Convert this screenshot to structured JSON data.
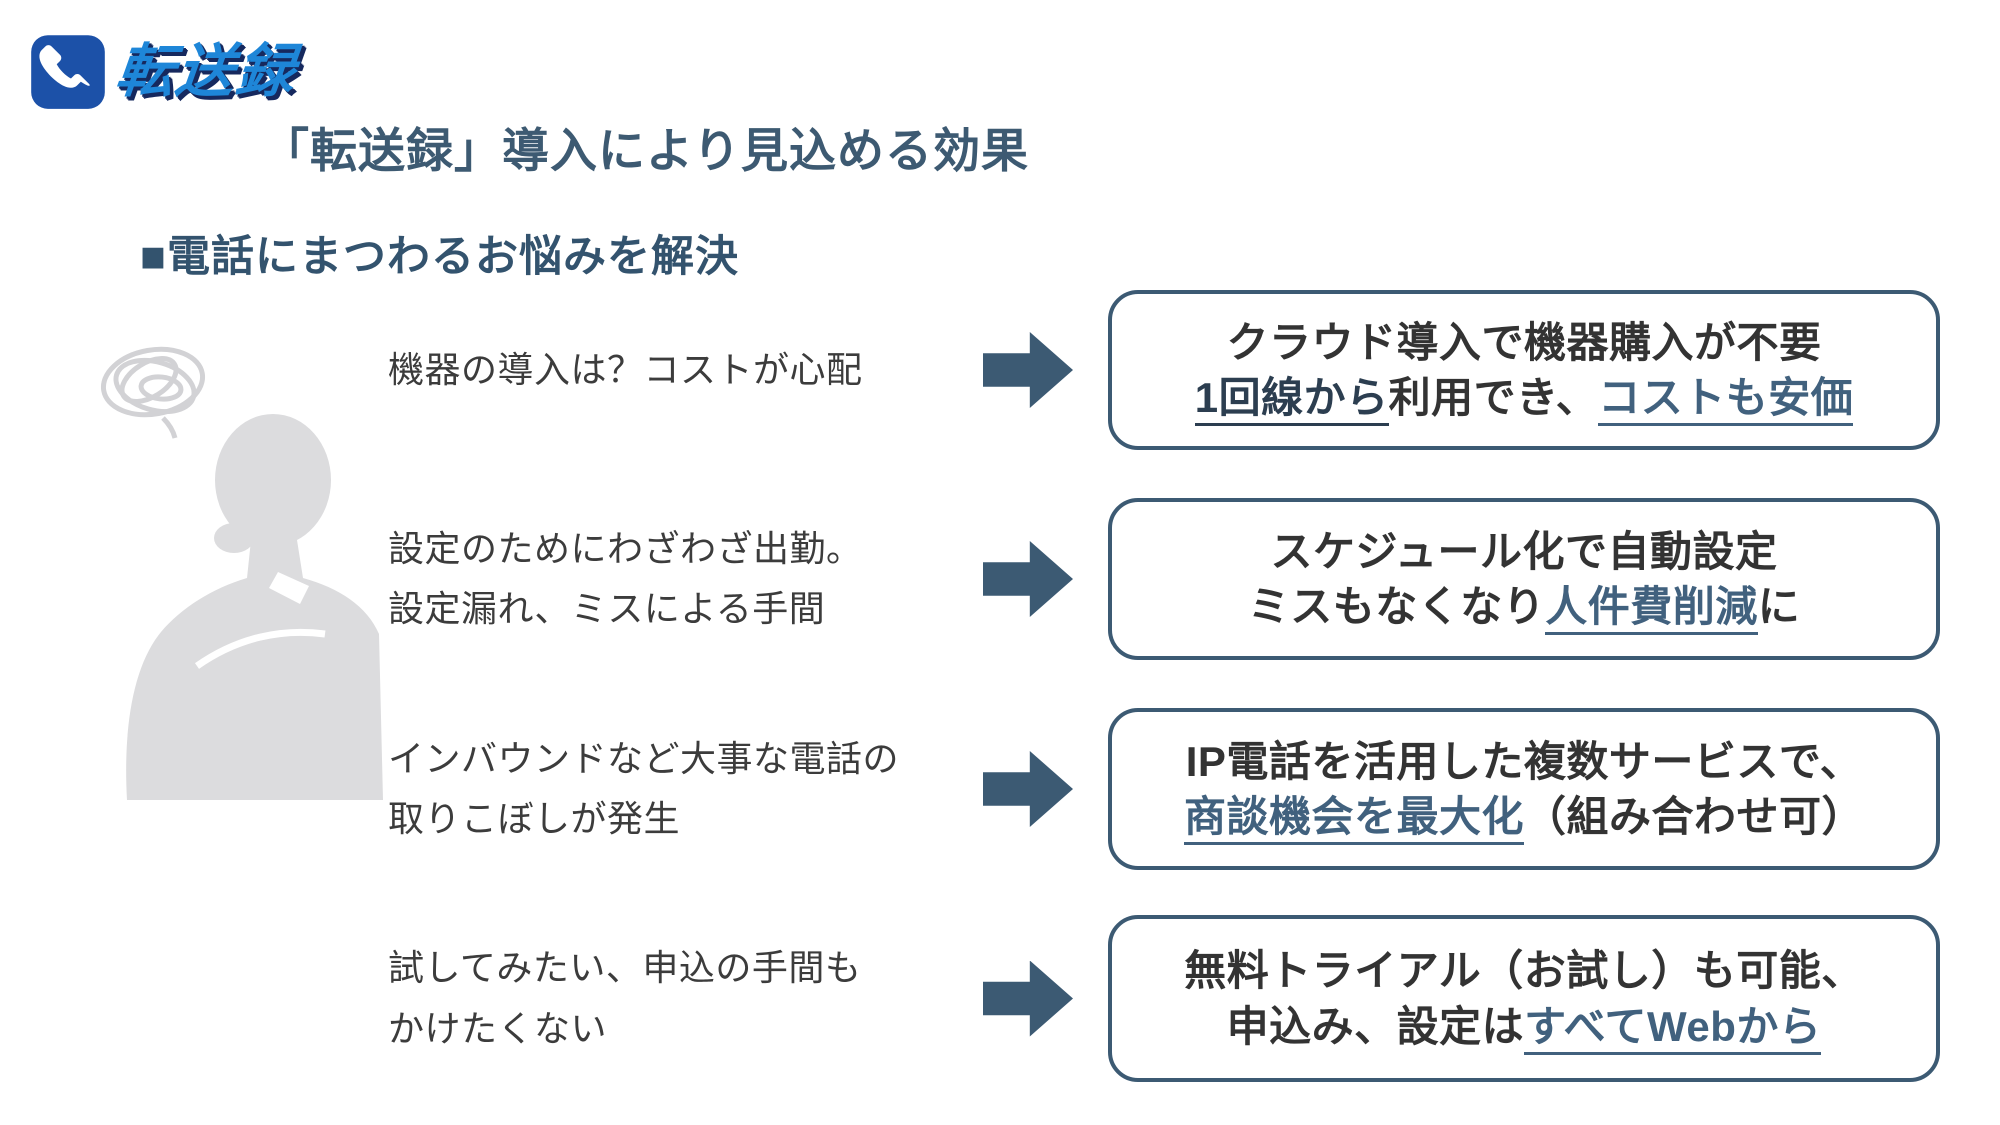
{
  "logo": {
    "brand": "転送録",
    "icon": "phone-handset-icon"
  },
  "header": {
    "title": "「転送録」導入により見込める効果",
    "subtitle": "■電話にまつわるお悩みを解決"
  },
  "illustration": {
    "name": "worried-businessman-silhouette"
  },
  "colors": {
    "accent_slate": "#3C5A73",
    "link_blue": "#41617E",
    "dark_emphasis": "#2C3E50",
    "title_slate": "#3D5A72",
    "subtitle_slate": "#33536E",
    "logo_blue": "#1E86D8",
    "logo_shadow_navy": "#16295E",
    "icon_bg_blue": "#1C51A8",
    "silhouette_gray": "#DCDCDE",
    "body_text": "#3C3C3C"
  },
  "rows": [
    {
      "problem": [
        "機器の導入は？コストが心配"
      ],
      "solution": {
        "l1": [
          "クラウド導入で機器購入が不要"
        ],
        "l2": [
          "1回線から",
          "利用でき、",
          "コストも安価"
        ]
      }
    },
    {
      "problem": [
        "設定のためにわざわざ出勤。",
        "設定漏れ、ミスによる手間"
      ],
      "solution": {
        "l1": [
          "スケジュール化で自動設定"
        ],
        "l2": [
          "ミスもなくなり",
          "人件費削減",
          "に"
        ]
      }
    },
    {
      "problem": [
        "インバウンドなど大事な電話の",
        "取りこぼしが発生"
      ],
      "solution": {
        "l1": [
          "IP電話を活用した複数サービスで、"
        ],
        "l2": [
          "商談機会を最大化",
          "（組み合わせ可）"
        ]
      }
    },
    {
      "problem": [
        "試してみたい、申込の手間も",
        "かけたくない"
      ],
      "solution": {
        "l1": [
          "無料トライアル（お試し）も可能、"
        ],
        "l2": [
          "申込み、設定は",
          "すべてWebから"
        ]
      }
    }
  ]
}
